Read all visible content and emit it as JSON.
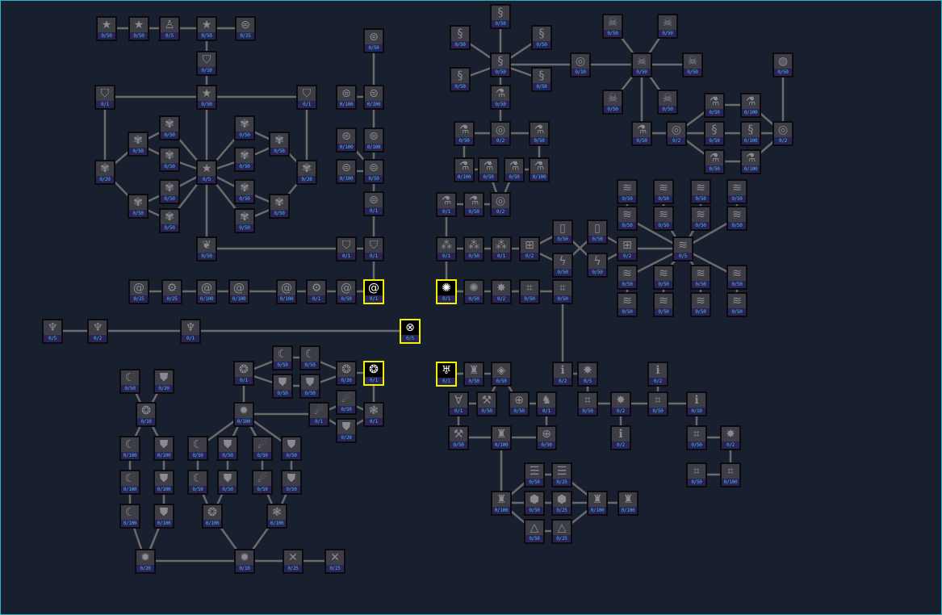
{
  "colors": {
    "background": "#18202f",
    "connector": "#6b6b6b",
    "node": "#3d3d45",
    "label_band": "#2a2456",
    "label_text": "#4cb6e6",
    "selected_border": "#f2f200"
  },
  "nodes": [
    {
      "label": "0/50",
      "icon": "star-icon"
    },
    {
      "label": "0/50",
      "icon": "star-icon"
    },
    {
      "label": "0/5",
      "icon": "figure-icon"
    },
    {
      "label": "0/50",
      "icon": "star-icon"
    },
    {
      "label": "0/25",
      "icon": "coil-icon"
    },
    {
      "label": "0/10",
      "icon": "badge-icon"
    },
    {
      "label": "0/1",
      "icon": "badge-icon"
    },
    {
      "label": "0/50",
      "icon": "star-icon"
    },
    {
      "label": "0/1",
      "icon": "badge-icon"
    },
    {
      "label": "0/50",
      "icon": "coil-icon"
    },
    {
      "label": "0/100",
      "icon": "coil-icon"
    },
    {
      "label": "0/100",
      "icon": "coil-icon"
    },
    {
      "label": "0/100",
      "icon": "coil-icon"
    },
    {
      "label": "0/100",
      "icon": "coil-icon"
    },
    {
      "label": "0/100",
      "icon": "coil-icon"
    },
    {
      "label": "0/50",
      "icon": "coil-icon"
    },
    {
      "label": "0/1",
      "icon": "coil-icon"
    },
    {
      "label": "0/1",
      "icon": "badge-icon"
    },
    {
      "label": "0/1",
      "icon": "badge-icon"
    },
    {
      "label": "0/1",
      "icon": "vortex-icon",
      "selected": true
    },
    {
      "label": "0/20",
      "icon": "flower-icon"
    },
    {
      "label": "0/50",
      "icon": "flower-icon"
    },
    {
      "label": "0/50",
      "icon": "flower-icon"
    },
    {
      "label": "0/50",
      "icon": "flower-icon"
    },
    {
      "label": "0/5",
      "icon": "star-icon"
    },
    {
      "label": "0/50",
      "icon": "flower-icon"
    },
    {
      "label": "0/50",
      "icon": "flower-icon"
    },
    {
      "label": "0/50",
      "icon": "flower-icon"
    },
    {
      "label": "0/20",
      "icon": "flower-icon"
    },
    {
      "label": "0/50",
      "icon": "flower-icon"
    },
    {
      "label": "0/50",
      "icon": "flower-icon"
    },
    {
      "label": "0/50",
      "icon": "flower-icon"
    },
    {
      "label": "0/50",
      "icon": "flower-icon"
    },
    {
      "label": "0/50",
      "icon": "flower-icon"
    },
    {
      "label": "0/50",
      "icon": "flower-icon"
    },
    {
      "label": "0/50",
      "icon": "brain-icon"
    },
    {
      "label": "0/25",
      "icon": "vortex-icon"
    },
    {
      "label": "0/25",
      "icon": "gear-icon"
    },
    {
      "label": "0/100",
      "icon": "vortex-icon"
    },
    {
      "label": "0/100",
      "icon": "vortex-icon"
    },
    {
      "label": "0/100",
      "icon": "vortex-icon"
    },
    {
      "label": "0/1",
      "icon": "gear-icon"
    },
    {
      "label": "0/50",
      "icon": "vortex-icon"
    },
    {
      "label": "0/5",
      "icon": "totem-icon"
    },
    {
      "label": "0/2",
      "icon": "totem-icon"
    },
    {
      "label": "0/1",
      "icon": "totem-icon"
    },
    {
      "label": "0/5",
      "icon": "target-icon",
      "selected": true
    },
    {
      "label": "0/50",
      "icon": "crescent-icon"
    },
    {
      "label": "0/20",
      "icon": "shield-icon"
    },
    {
      "label": "0/10",
      "icon": "orb-icon"
    },
    {
      "label": "0/100",
      "icon": "crescent-icon"
    },
    {
      "label": "0/100",
      "icon": "shield-icon"
    },
    {
      "label": "0/100",
      "icon": "crescent-icon"
    },
    {
      "label": "0/100",
      "icon": "shield-icon"
    },
    {
      "label": "0/100",
      "icon": "crescent-icon"
    },
    {
      "label": "0/100",
      "icon": "shield-icon"
    },
    {
      "label": "0/20",
      "icon": "burst-icon"
    },
    {
      "label": "0/1",
      "icon": "orb-icon"
    },
    {
      "label": "0/50",
      "icon": "crescent-icon"
    },
    {
      "label": "0/50",
      "icon": "crescent-icon"
    },
    {
      "label": "0/50",
      "icon": "shield-icon"
    },
    {
      "label": "0/50",
      "icon": "shield-icon"
    },
    {
      "label": "0/20",
      "icon": "orb-icon"
    },
    {
      "label": "0/1",
      "icon": "orb-icon",
      "selected": true
    },
    {
      "label": "0/100",
      "icon": "burst-icon"
    },
    {
      "label": "0/1",
      "icon": "comet-icon"
    },
    {
      "label": "0/50",
      "icon": "comet-icon"
    },
    {
      "label": "0/20",
      "icon": "shield-icon"
    },
    {
      "label": "0/1",
      "icon": "lotus-icon"
    },
    {
      "label": "0/50",
      "icon": "crescent-icon"
    },
    {
      "label": "0/50",
      "icon": "shield-icon"
    },
    {
      "label": "0/50",
      "icon": "comet-icon"
    },
    {
      "label": "0/50",
      "icon": "shield-icon"
    },
    {
      "label": "0/50",
      "icon": "crescent-icon"
    },
    {
      "label": "0/50",
      "icon": "shield-icon"
    },
    {
      "label": "0/50",
      "icon": "comet-icon"
    },
    {
      "label": "0/50",
      "icon": "shield-icon"
    },
    {
      "label": "0/100",
      "icon": "orb-icon"
    },
    {
      "label": "0/100",
      "icon": "lotus-icon"
    },
    {
      "label": "0/10",
      "icon": "burst-icon"
    },
    {
      "label": "0/25",
      "icon": "bird-icon"
    },
    {
      "label": "0/25",
      "icon": "bird-icon"
    },
    {
      "label": "0/50",
      "icon": "dna-icon"
    },
    {
      "label": "0/50",
      "icon": "dna-icon"
    },
    {
      "label": "0/50",
      "icon": "dna-icon"
    },
    {
      "label": "0/50",
      "icon": "dna-icon"
    },
    {
      "label": "0/50",
      "icon": "dna-icon"
    },
    {
      "label": "0/50",
      "icon": "dna-icon"
    },
    {
      "label": "0/50",
      "icon": "flask-icon"
    },
    {
      "label": "0/10",
      "icon": "galaxy-icon"
    },
    {
      "label": "0/50",
      "icon": "skull-icon"
    },
    {
      "label": "0/50",
      "icon": "skull-icon"
    },
    {
      "label": "0/50",
      "icon": "skull-icon"
    },
    {
      "label": "0/50",
      "icon": "skull-icon"
    },
    {
      "label": "0/50",
      "icon": "skull-icon"
    },
    {
      "label": "0/50",
      "icon": "skull-icon"
    },
    {
      "label": "0/50",
      "icon": "planet-icon"
    },
    {
      "label": "0/50",
      "icon": "flask-icon"
    },
    {
      "label": "0/2",
      "icon": "galaxy-icon"
    },
    {
      "label": "0/50",
      "icon": "flask-icon"
    },
    {
      "label": "0/100",
      "icon": "flask-icon"
    },
    {
      "label": "0/50",
      "icon": "flask-icon"
    },
    {
      "label": "0/50",
      "icon": "flask-icon"
    },
    {
      "label": "0/100",
      "icon": "flask-icon"
    },
    {
      "label": "0/1",
      "icon": "flask-icon"
    },
    {
      "label": "0/50",
      "icon": "flask-icon"
    },
    {
      "label": "0/2",
      "icon": "galaxy-icon"
    },
    {
      "label": "0/50",
      "icon": "flask-icon"
    },
    {
      "label": "0/2",
      "icon": "galaxy-icon"
    },
    {
      "label": "0/50",
      "icon": "flask-icon"
    },
    {
      "label": "0/100",
      "icon": "flask-icon"
    },
    {
      "label": "0/50",
      "icon": "dna-icon"
    },
    {
      "label": "0/100",
      "icon": "dna-icon"
    },
    {
      "label": "0/50",
      "icon": "flask-icon"
    },
    {
      "label": "0/100",
      "icon": "flask-icon"
    },
    {
      "label": "0/2",
      "icon": "galaxy-icon"
    },
    {
      "label": "0/50",
      "icon": "lightning-icon"
    },
    {
      "label": "0/50",
      "icon": "lightning-icon"
    },
    {
      "label": "0/50",
      "icon": "lightning-icon"
    },
    {
      "label": "0/50",
      "icon": "lightning-icon"
    },
    {
      "label": "0/50",
      "icon": "lightning-icon"
    },
    {
      "label": "0/50",
      "icon": "lightning-icon"
    },
    {
      "label": "0/50",
      "icon": "lightning-icon"
    },
    {
      "label": "0/50",
      "icon": "lightning-icon"
    },
    {
      "label": "0/5",
      "icon": "lightning-icon"
    },
    {
      "label": "0/50",
      "icon": "lightning-icon"
    },
    {
      "label": "0/50",
      "icon": "lightning-icon"
    },
    {
      "label": "0/50",
      "icon": "lightning-icon"
    },
    {
      "label": "0/50",
      "icon": "lightning-icon"
    },
    {
      "label": "0/50",
      "icon": "lightning-icon"
    },
    {
      "label": "0/50",
      "icon": "lightning-icon"
    },
    {
      "label": "0/50",
      "icon": "lightning-icon"
    },
    {
      "label": "0/50",
      "icon": "lightning-icon"
    },
    {
      "label": "0/1",
      "icon": "web-icon"
    },
    {
      "label": "0/50",
      "icon": "web-icon"
    },
    {
      "label": "0/1",
      "icon": "web-icon"
    },
    {
      "label": "0/2",
      "icon": "device-icon"
    },
    {
      "label": "0/50",
      "icon": "battery-icon"
    },
    {
      "label": "0/50",
      "icon": "bolt-icon"
    },
    {
      "label": "0/50",
      "icon": "battery-icon"
    },
    {
      "label": "0/50",
      "icon": "bolt-icon"
    },
    {
      "label": "0/2",
      "icon": "device-icon"
    },
    {
      "label": "0/1",
      "icon": "spiral-icon",
      "selected": true
    },
    {
      "label": "0/50",
      "icon": "spiral-icon"
    },
    {
      "label": "0/2",
      "icon": "starburst-icon"
    },
    {
      "label": "0/50",
      "icon": "circuit-icon"
    },
    {
      "label": "0/50",
      "icon": "circuit-icon"
    },
    {
      "label": "0/1",
      "icon": "alien-ship-icon",
      "selected": true
    },
    {
      "label": "0/50",
      "icon": "ship-icon"
    },
    {
      "label": "0/50",
      "icon": "diamond-icon"
    },
    {
      "label": "0/1",
      "icon": "wings-icon"
    },
    {
      "label": "0/50",
      "icon": "mace-icon"
    },
    {
      "label": "0/50",
      "icon": "crosshair-icon"
    },
    {
      "label": "0/1",
      "icon": "beast-icon"
    },
    {
      "label": "0/50",
      "icon": "mace-icon"
    },
    {
      "label": "0/100",
      "icon": "ship-icon"
    },
    {
      "label": "0/50",
      "icon": "crosshair-icon"
    },
    {
      "label": "0/2",
      "icon": "info-icon"
    },
    {
      "label": "0/5",
      "icon": "starburst-icon"
    },
    {
      "label": "0/50",
      "icon": "circuit-icon"
    },
    {
      "label": "0/2",
      "icon": "starburst-icon"
    },
    {
      "label": "0/2",
      "icon": "info-icon"
    },
    {
      "label": "0/2",
      "icon": "info-icon"
    },
    {
      "label": "0/50",
      "icon": "circuit-icon"
    },
    {
      "label": "0/10",
      "icon": "info-icon"
    },
    {
      "label": "0/50",
      "icon": "circuit-icon"
    },
    {
      "label": "0/2",
      "icon": "starburst-icon"
    },
    {
      "label": "0/50",
      "icon": "circuit-icon"
    },
    {
      "label": "0/100",
      "icon": "circuit-icon"
    },
    {
      "label": "0/50",
      "icon": "barrel-icon"
    },
    {
      "label": "0/25",
      "icon": "barrel-icon"
    },
    {
      "label": "0/100",
      "icon": "ship-icon"
    },
    {
      "label": "0/50",
      "icon": "sphere-icon"
    },
    {
      "label": "0/25",
      "icon": "sphere-icon"
    },
    {
      "label": "0/100",
      "icon": "ship-icon"
    },
    {
      "label": "0/100",
      "icon": "ship-icon"
    },
    {
      "label": "0/50",
      "icon": "triangle-icon"
    },
    {
      "label": "0/25",
      "icon": "triangle-icon"
    }
  ]
}
